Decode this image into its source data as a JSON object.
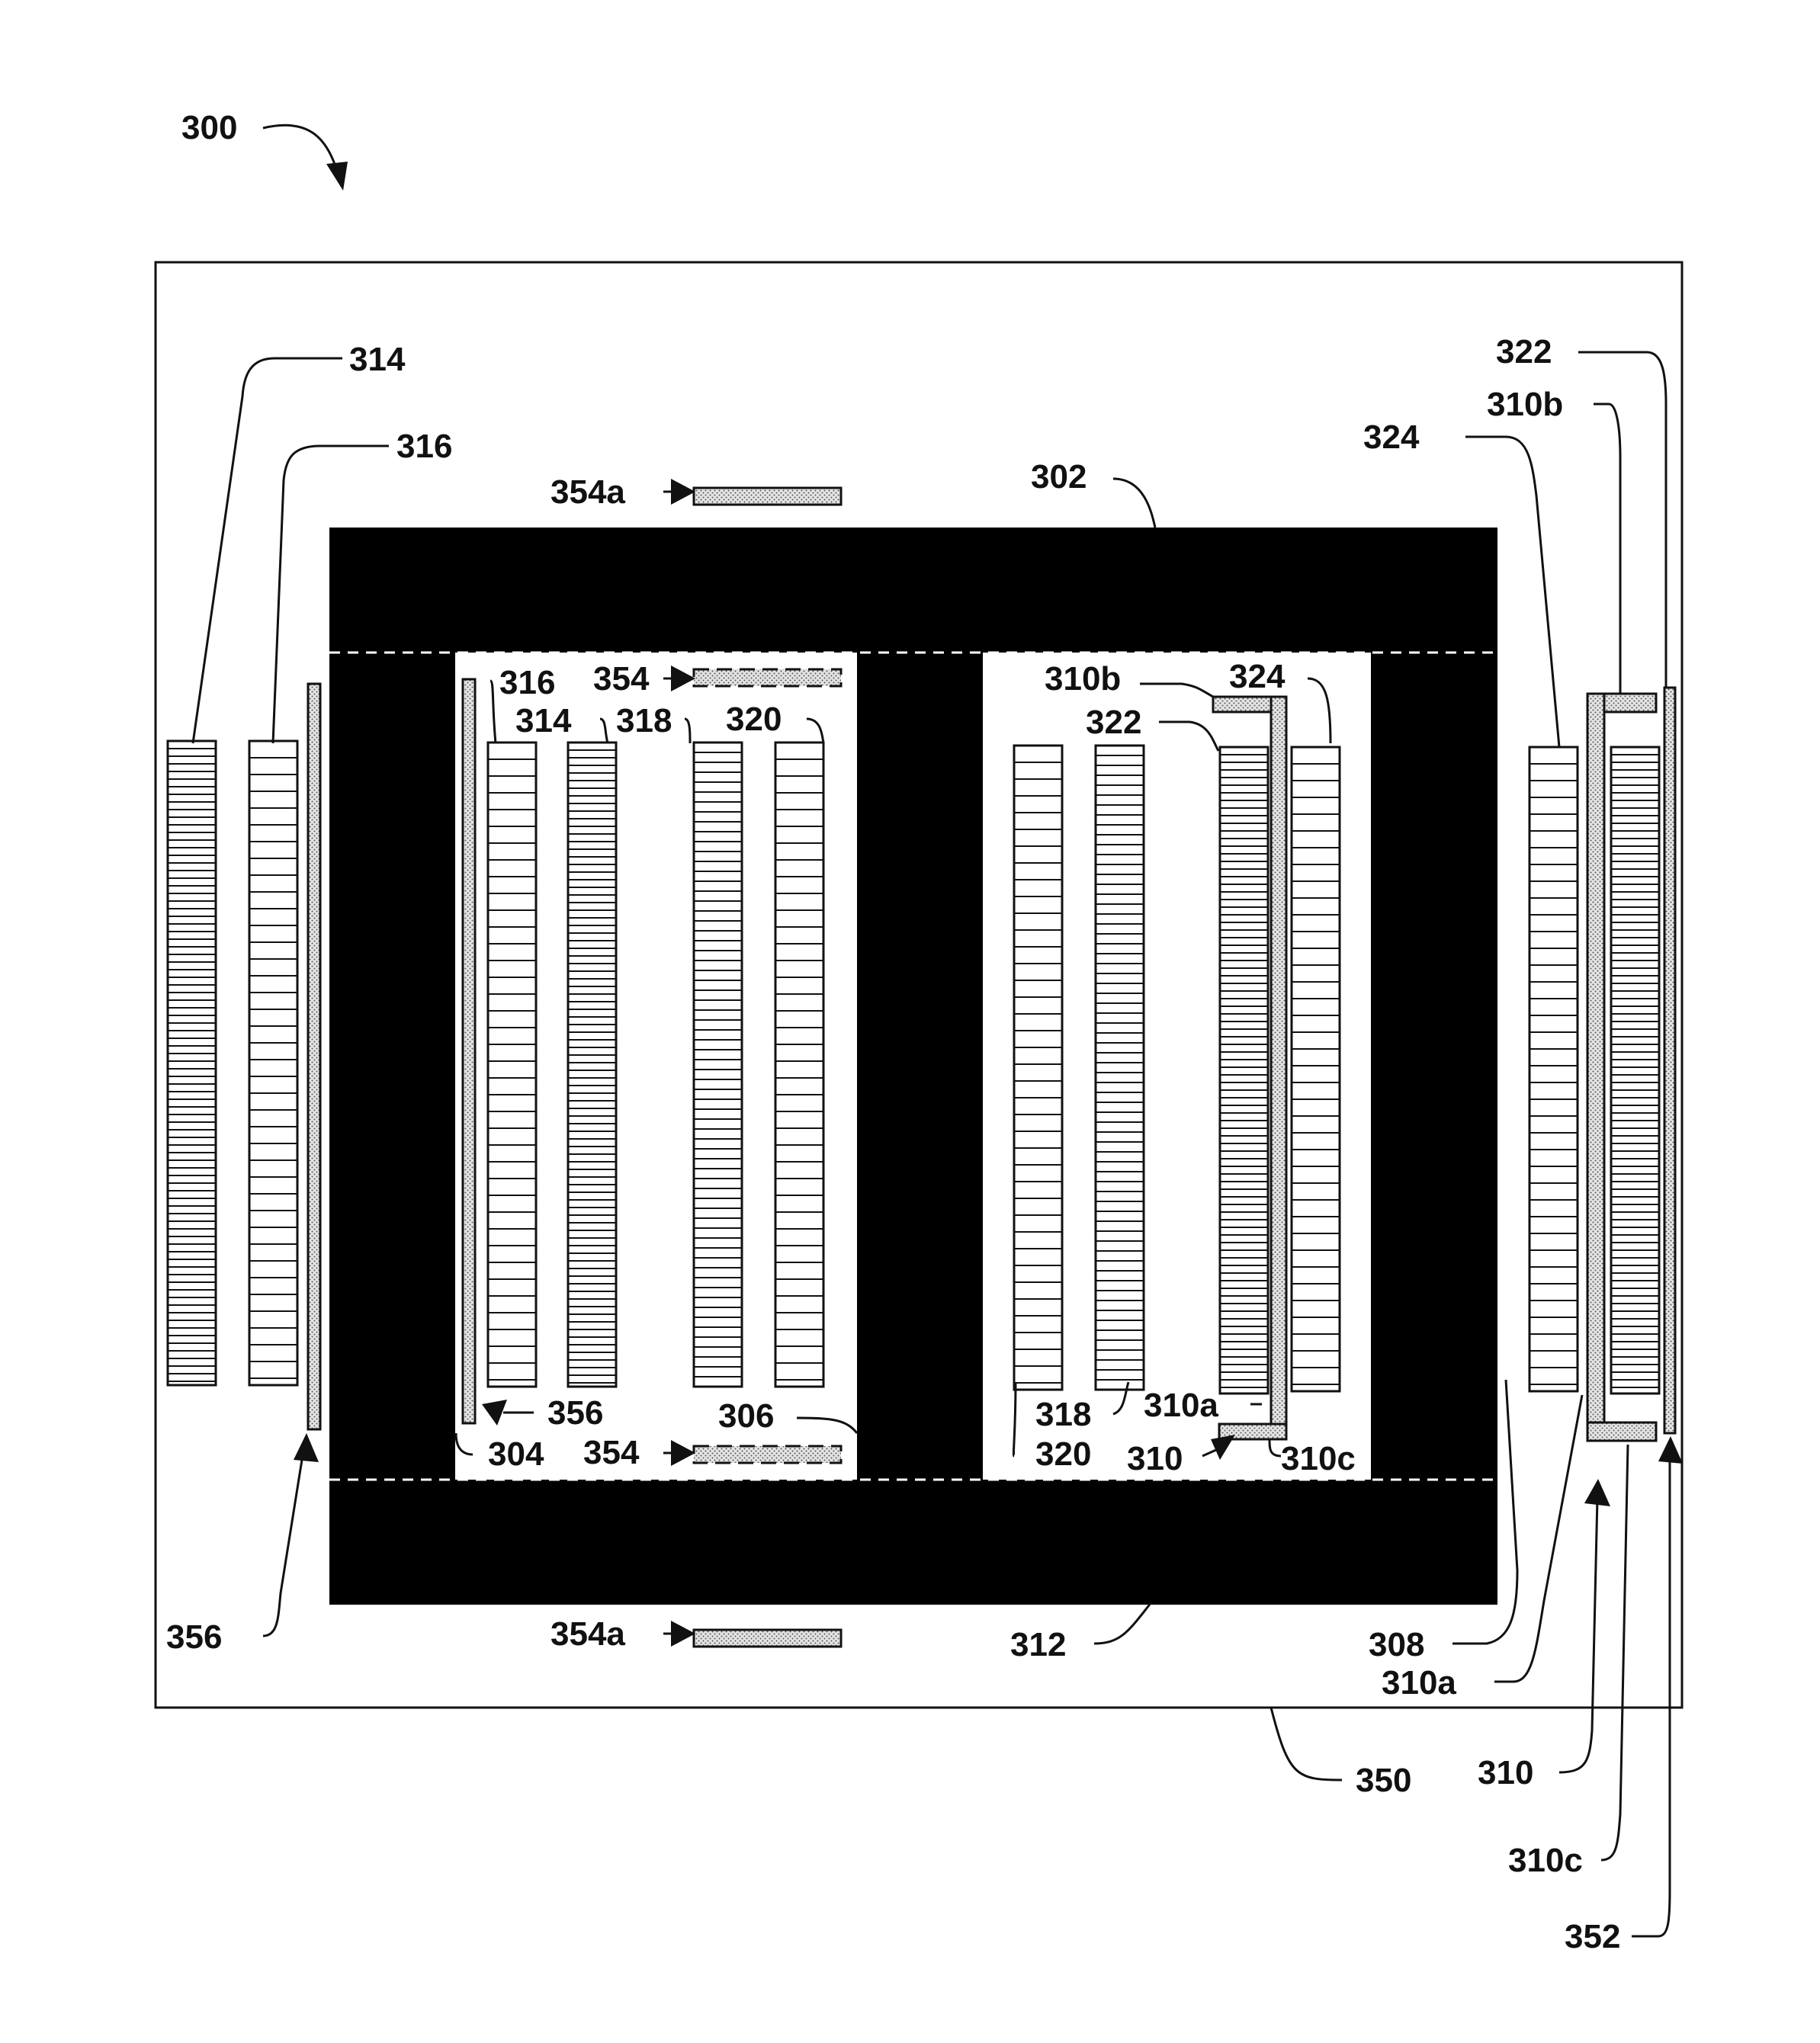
{
  "figure_number": "300",
  "labels": {
    "l314_out": "314",
    "l316_out": "316",
    "l354a_top": "354a",
    "l302": "302",
    "l324_out": "324",
    "l310b_out": "310b",
    "l322_out": "322",
    "l354_top": "354",
    "l316_in": "316",
    "l314_in": "314",
    "l318_in": "318",
    "l320_in": "320",
    "l310b_in": "310b",
    "l324_in": "324",
    "l322_in": "322",
    "l356_in": "356",
    "l306": "306",
    "l304": "304",
    "l354_bot": "354",
    "l318_r": "318",
    "l310a_in": "310a",
    "l320_r": "320",
    "l310_in": "310",
    "l310c_in": "310c",
    "l356_out": "356",
    "l354a_bot": "354a",
    "l312": "312",
    "l308": "308",
    "l310a_out": "310a",
    "l350": "350",
    "l310_out": "310",
    "l310c_out": "310c",
    "l352": "352"
  },
  "colors": {
    "core": "#000000",
    "line": "#111111",
    "background": "#ffffff",
    "dot_fill": "#cfcfcf"
  }
}
